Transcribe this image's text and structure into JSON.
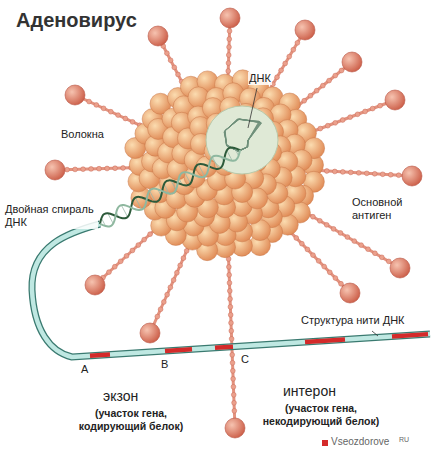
{
  "diagram": {
    "title": "Аденовирус",
    "labels": [
      "ДНК",
      "Волокна",
      "Двойная спираль ДНК",
      "Основной антиген",
      "Структура нити ДНК",
      "A",
      "B",
      "C",
      "экзон",
      "(участок гена, кодирующий белок)",
      "интерон",
      "(участок гена, некодирующий белок)",
      "Vseozdorove",
      "RU"
    ]
  }
}
